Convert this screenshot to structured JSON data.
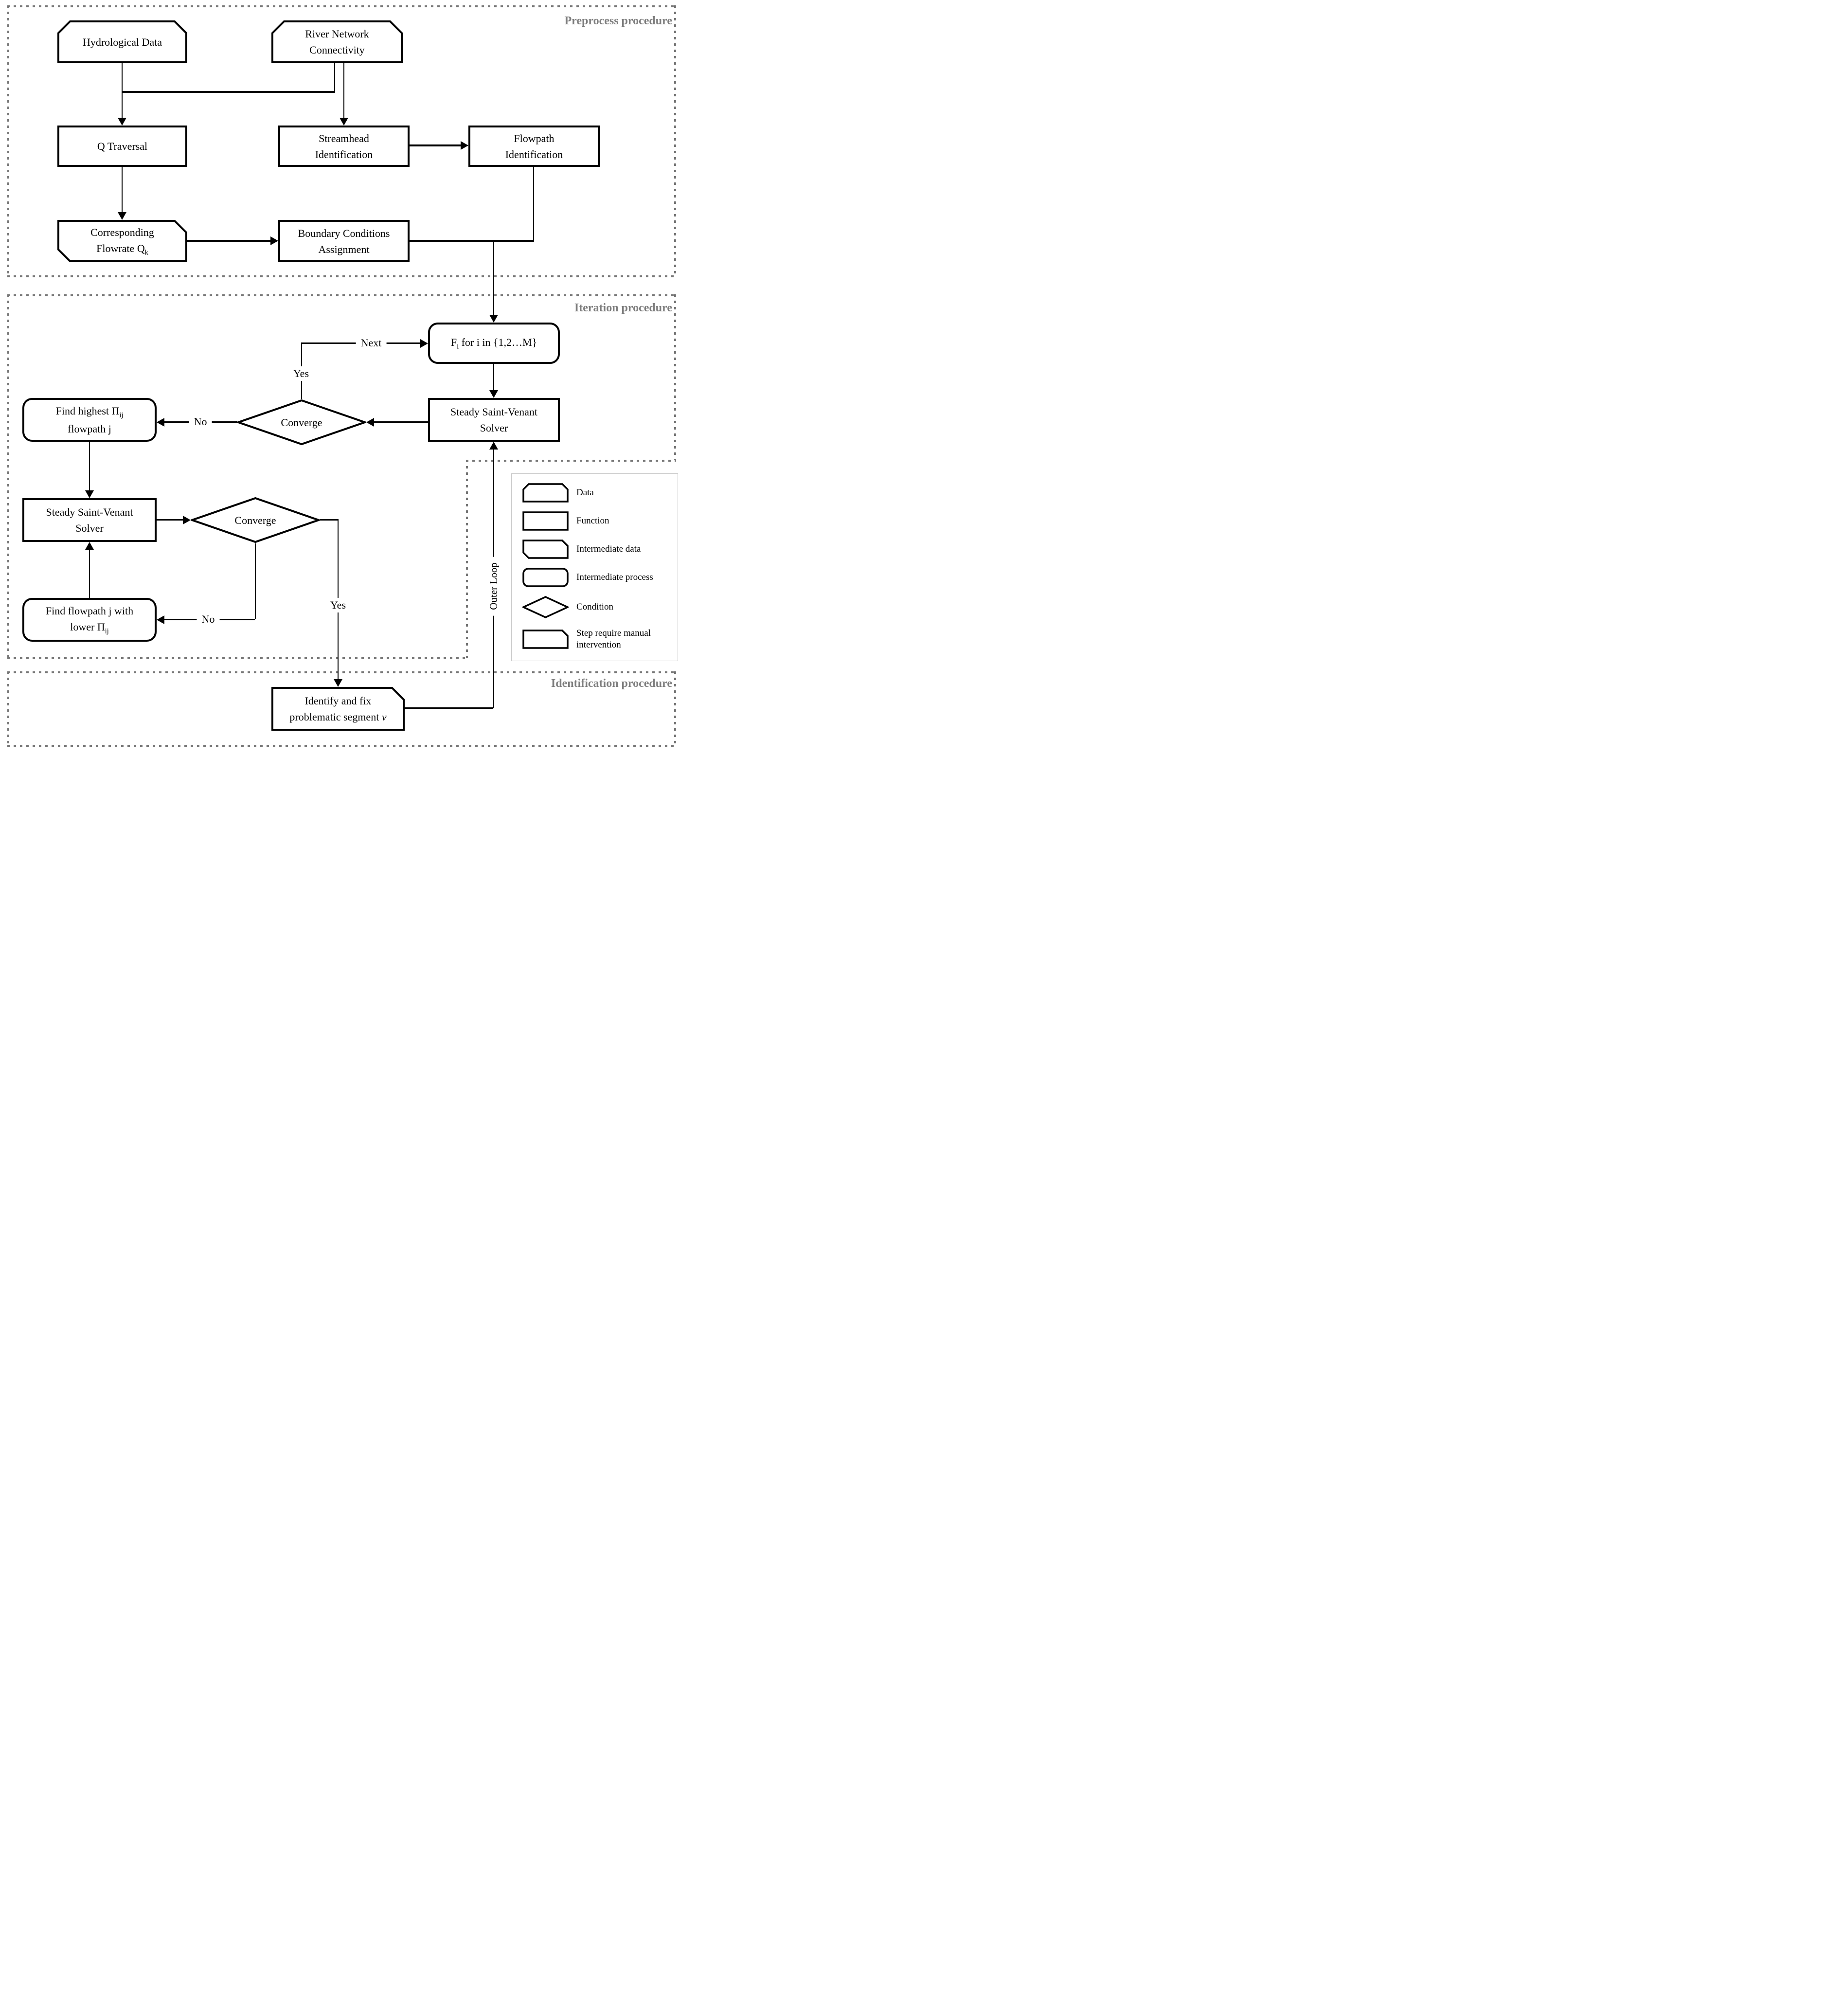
{
  "sections": {
    "preprocess": {
      "label": "Preprocess procedure"
    },
    "iteration": {
      "label": "Iteration procedure"
    },
    "identification": {
      "label": "Identification procedure"
    }
  },
  "nodes": {
    "hydrological_data": {
      "text": "Hydrological Data"
    },
    "river_network": {
      "line1": "River Network",
      "line2": "Connectivity"
    },
    "q_traversal": {
      "text": "Q Traversal"
    },
    "streamhead_identification": {
      "line1": "Streamhead",
      "line2": "Identification"
    },
    "flowpath_identification": {
      "line1": "Flowpath",
      "line2": "Identification"
    },
    "corresponding_flowrate": {
      "line1": "Corresponding",
      "line2_main": "Flowrate Q",
      "line2_sub": "k"
    },
    "boundary_conditions": {
      "line1": "Boundary Conditions",
      "line2": "Assignment"
    },
    "fi_iterator": {
      "main": "F",
      "sub": "i",
      "rest": " for i in {1,2…M}"
    },
    "steady_solver_right": {
      "line1": "Steady Saint-Venant",
      "line2": "Solver"
    },
    "converge_upper": {
      "text": "Converge"
    },
    "find_highest": {
      "line1_main": "Find highest Π",
      "line1_sub": "ij",
      "line2": "flowpath j"
    },
    "steady_solver_left": {
      "line1": "Steady Saint-Venant",
      "line2": "Solver"
    },
    "converge_lower": {
      "text": "Converge"
    },
    "find_lower": {
      "line1": "Find flowpath j with",
      "line2_main": "lower Π",
      "line2_sub": "ij"
    },
    "identify_fix": {
      "line1": "Identify and fix",
      "line2_main": "problematic segment ",
      "line2_var": "v"
    }
  },
  "edge_labels": {
    "next": "Next",
    "yes_upper": "Yes",
    "no_upper": "No",
    "yes_lower": "Yes",
    "no_lower": "No",
    "outer_loop": "Outer Loop"
  },
  "legend": {
    "items": [
      {
        "shape": "data",
        "label": "Data"
      },
      {
        "shape": "function",
        "label": "Function"
      },
      {
        "shape": "intermediate-data",
        "label": "Intermediate data"
      },
      {
        "shape": "intermediate-process",
        "label": "Intermediate process"
      },
      {
        "shape": "condition",
        "label": "Condition"
      },
      {
        "shape": "manual-step",
        "label": "Step require manual intervention"
      }
    ]
  },
  "colors": {
    "line": "#000000",
    "dotted_border": "#767676",
    "section_label": "#7d7d7d",
    "legend_border": "#c9c9c9",
    "background": "#ffffff"
  }
}
